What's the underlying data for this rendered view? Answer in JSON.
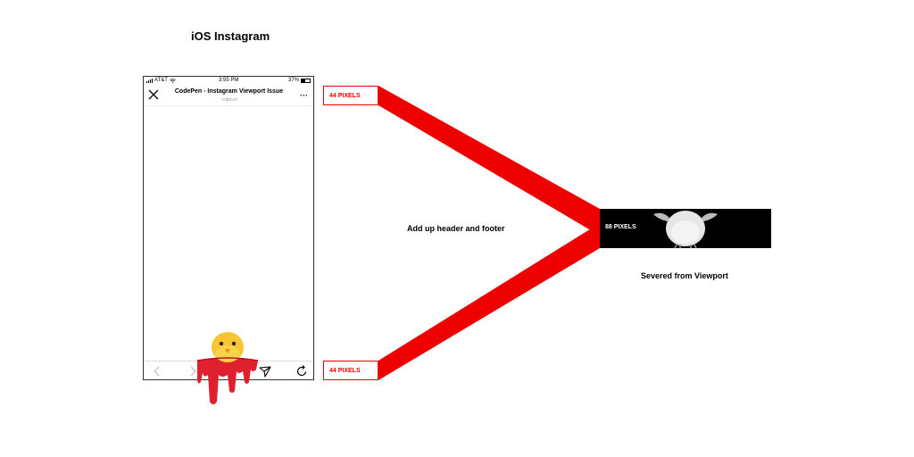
{
  "title": "iOS Instagram",
  "phone": {
    "carrier": "AT&T",
    "time": "3:55 PM",
    "battery": "37%",
    "browser_title": "CodePen - Instagram Viewport Issue",
    "browser_url": "cdpn.io",
    "icons": [
      "close-icon",
      "more-icon",
      "back-icon",
      "forward-icon",
      "share-icon",
      "reload-icon"
    ]
  },
  "labels": {
    "header_height": "44 PIXELS",
    "footer_height": "44 PIXELS",
    "combined_height": "88 PIXELS",
    "center_caption": "Add up header and footer",
    "right_caption": "Severed from Viewport"
  },
  "colors": {
    "accent": "#ee0000",
    "dark_box": "#000000"
  }
}
